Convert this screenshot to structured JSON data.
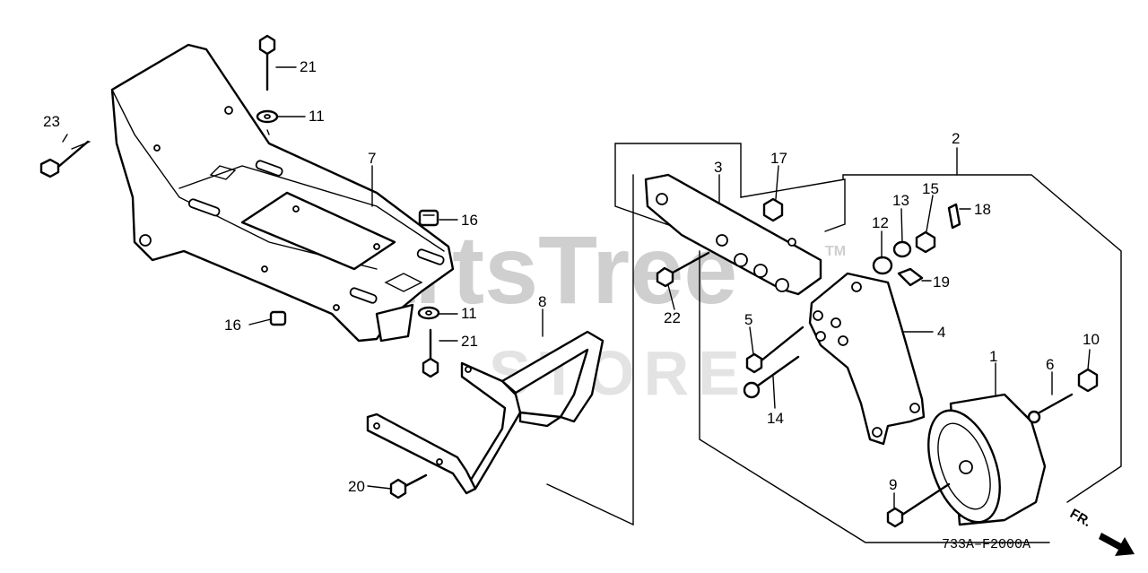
{
  "watermark": {
    "brand": "PartsTree",
    "tm": "TM",
    "tagline": "STORE"
  },
  "callouts": {
    "c1": "1",
    "c2": "2",
    "c3": "3",
    "c4": "4",
    "c5": "5",
    "c6": "6",
    "c7": "7",
    "c8": "8",
    "c9": "9",
    "c10": "10",
    "c11a": "11",
    "c11b": "11",
    "c12": "12",
    "c13": "13",
    "c14": "14",
    "c15": "15",
    "c16a": "16",
    "c16b": "16",
    "c17": "17",
    "c18": "18",
    "c19": "19",
    "c20": "20",
    "c21a": "21",
    "c21b": "21",
    "c22": "22",
    "c23": "23"
  },
  "diagram_code": "733A–F2000A",
  "direction_label": "FR."
}
